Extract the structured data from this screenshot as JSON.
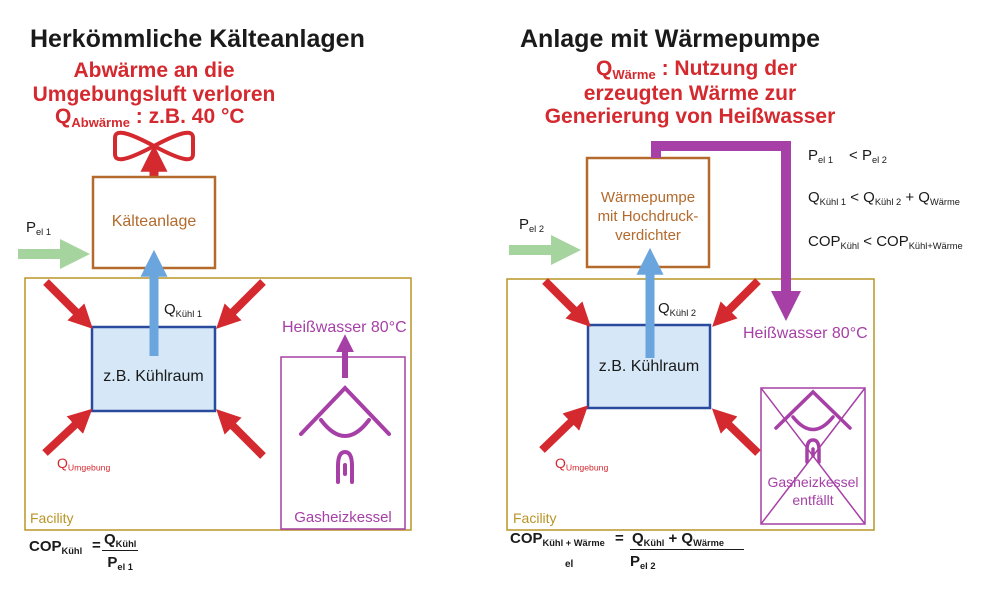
{
  "left": {
    "title": "Herkömmliche Kälteanlagen",
    "waste_heat_line1": "Abwärme an die",
    "waste_heat_line2": "Umgebungsluft verloren",
    "q_abwaerme_q": "Q",
    "q_abwaerme_sub": "Abwärme",
    "q_abwaerme_value": " : z.B. 40 °C",
    "p_el_p": "P",
    "p_el_sub": "el 1",
    "plant_label": "Kälteanlage",
    "q_kuehl_q": "Q",
    "q_kuehl_sub": "Kühl 1",
    "room_label": "z.B. Kühlraum",
    "hot_water": "Heißwasser 80°C",
    "q_umgebung_q": "Q",
    "q_umgebung_sub": "Umgebung",
    "facility": "Facility",
    "boiler": "Gasheizkessel",
    "cop_lhs_main": "COP",
    "cop_lhs_sub": "Kühl",
    "cop_eq": "=",
    "cop_num_main": "Q",
    "cop_num_sub": "Kühl",
    "cop_den_main": "P",
    "cop_den_sub": "el 1"
  },
  "right": {
    "title": "Anlage mit Wärmepumpe",
    "use_q": "Q",
    "use_sub": "Wärme",
    "use_line1": " : Nutzung der",
    "use_line2": "erzeugten Wärme zur",
    "use_line3": "Generierung von Heißwasser",
    "p_el_p": "P",
    "p_el_sub": "el 2",
    "hp_line1": "Wärmepumpe",
    "hp_line2": "mit Hochdruck-",
    "hp_line3": "verdichter",
    "q_kuehl_q": "Q",
    "q_kuehl_sub": "Kühl 2",
    "room_label": "z.B. Kühlraum",
    "hot_water": "Heißwasser 80°C",
    "q_umgebung_q": "Q",
    "q_umgebung_sub": "Umgebung",
    "facility": "Facility",
    "boiler_line1": "Gasheizkessel",
    "boiler_line2": "entfällt",
    "rel1_p1": "P",
    "rel1_p1_sub": "el 1",
    "rel1_op": "< P",
    "rel1_p2_sub": "el 2",
    "rel2_q1": "Q",
    "rel2_q1_sub": "Kühl 1",
    "rel2_op": " < Q",
    "rel2_q2_sub": "Kühl 2",
    "rel2_plus": " + Q",
    "rel2_q3_sub": "Wärme",
    "rel3_cop1": "COP",
    "rel3_cop1_sub": "Kühl",
    "rel3_op": " < COP",
    "rel3_cop2_sub": "Kühl+Wärme",
    "cop_lhs_main": "COP",
    "cop_lhs_sub": "Kühl + Wärme",
    "cop_eq": "=",
    "cop_el": "el",
    "cop_num_q1": "Q",
    "cop_num_q1_sub": "Kühl",
    "cop_num_plus": " + Q",
    "cop_num_q2_sub": "Wärme",
    "cop_den_main": "P",
    "cop_den_sub": "el 2"
  },
  "colors": {
    "red": "#d42a2f",
    "blue": "#6aa5de",
    "green": "#a6d49e",
    "brown": "#b36a2c",
    "purple": "#a640a6",
    "gold": "#b99526",
    "navy": "#2a4a9e",
    "room_fill": "#d6e8f7"
  },
  "icons": [
    "fan-icon",
    "gas-boiler-icon",
    "cross-out-icon"
  ]
}
